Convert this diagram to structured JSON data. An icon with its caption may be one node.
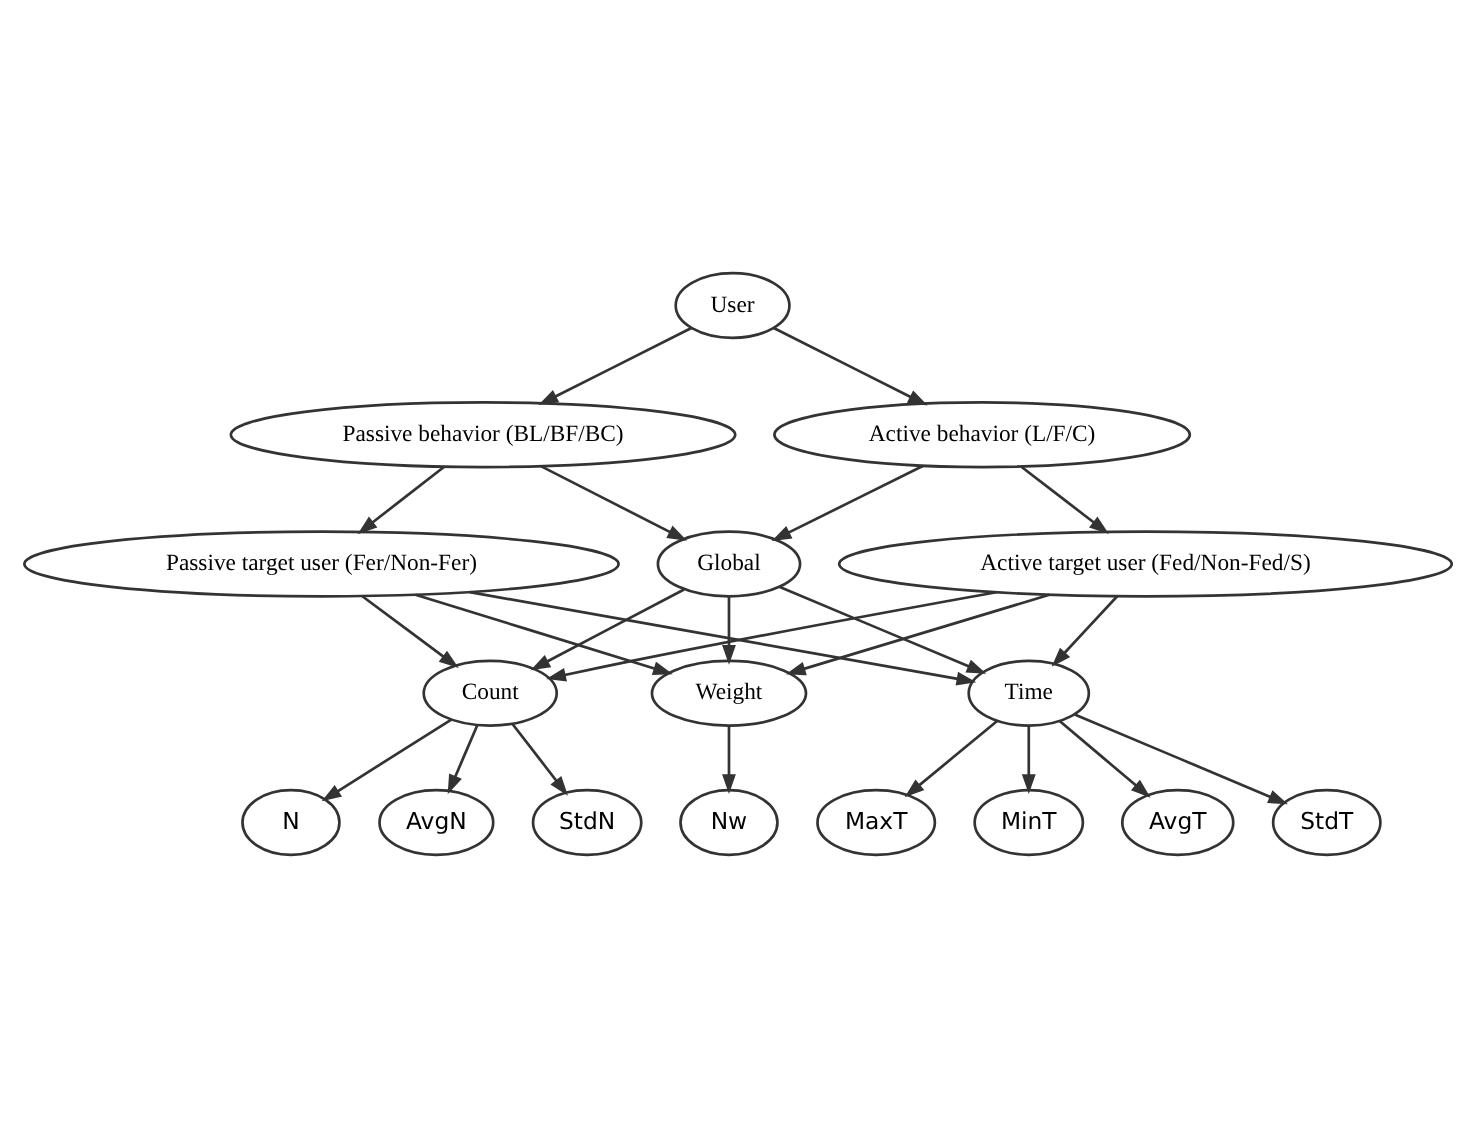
{
  "diagram": {
    "nodes": [
      {
        "text": [
          "User"
        ]
      },
      {
        "text": [
          "Passive behavior (BL/BF/BC)"
        ]
      },
      {
        "text": [
          "Active behavior (L/F/C)"
        ]
      },
      {
        "text": [
          "Passive target user (Fer/Non-Fer)"
        ]
      },
      {
        "text": [
          "Global"
        ]
      },
      {
        "text": [
          "Active target user (Fed/Non-Fed/S)"
        ]
      },
      {
        "text": [
          "Count"
        ]
      },
      {
        "text": [
          "Weight"
        ]
      },
      {
        "text": [
          "Time"
        ]
      },
      {
        "text": [
          "N"
        ]
      },
      {
        "text": [
          "AvgN"
        ]
      },
      {
        "text": [
          "StdN"
        ]
      },
      {
        "text": [
          "Nw"
        ]
      },
      {
        "text": [
          "MaxT"
        ]
      },
      {
        "text": [
          "MinT"
        ]
      },
      {
        "text": [
          "AvgT"
        ]
      },
      {
        "text": [
          "StdT"
        ]
      }
    ],
    "edges": [
      {
        "from": 0,
        "to": 1,
        "arrow": "to"
      },
      {
        "from": 0,
        "to": 2,
        "arrow": "to"
      },
      {
        "from": 1,
        "to": 3,
        "arrow": "to"
      },
      {
        "from": 1,
        "to": 4,
        "arrow": "to"
      },
      {
        "from": 2,
        "to": 4,
        "arrow": "to"
      },
      {
        "from": 2,
        "to": 5,
        "arrow": "to"
      },
      {
        "from": 3,
        "to": 6,
        "arrow": "to"
      },
      {
        "from": 3,
        "to": 7,
        "arrow": "to"
      },
      {
        "from": 3,
        "to": 8,
        "arrow": "to"
      },
      {
        "from": 4,
        "to": 6,
        "arrow": "to"
      },
      {
        "from": 4,
        "to": 7,
        "arrow": "to"
      },
      {
        "from": 4,
        "to": 8,
        "arrow": "to"
      },
      {
        "from": 5,
        "to": 6,
        "arrow": "to"
      },
      {
        "from": 5,
        "to": 7,
        "arrow": "to"
      },
      {
        "from": 5,
        "to": 8,
        "arrow": "to"
      },
      {
        "from": 6,
        "to": 9,
        "arrow": "to"
      },
      {
        "from": 6,
        "to": 10,
        "arrow": "to"
      },
      {
        "from": 6,
        "to": 11,
        "arrow": "to"
      },
      {
        "from": 7,
        "to": 12,
        "arrow": "to"
      },
      {
        "from": 8,
        "to": 13,
        "arrow": "to"
      },
      {
        "from": 8,
        "to": 14,
        "arrow": "to"
      },
      {
        "from": 8,
        "to": 15,
        "arrow": "to"
      },
      {
        "from": 8,
        "to": 16,
        "arrow": "to"
      }
    ]
  }
}
